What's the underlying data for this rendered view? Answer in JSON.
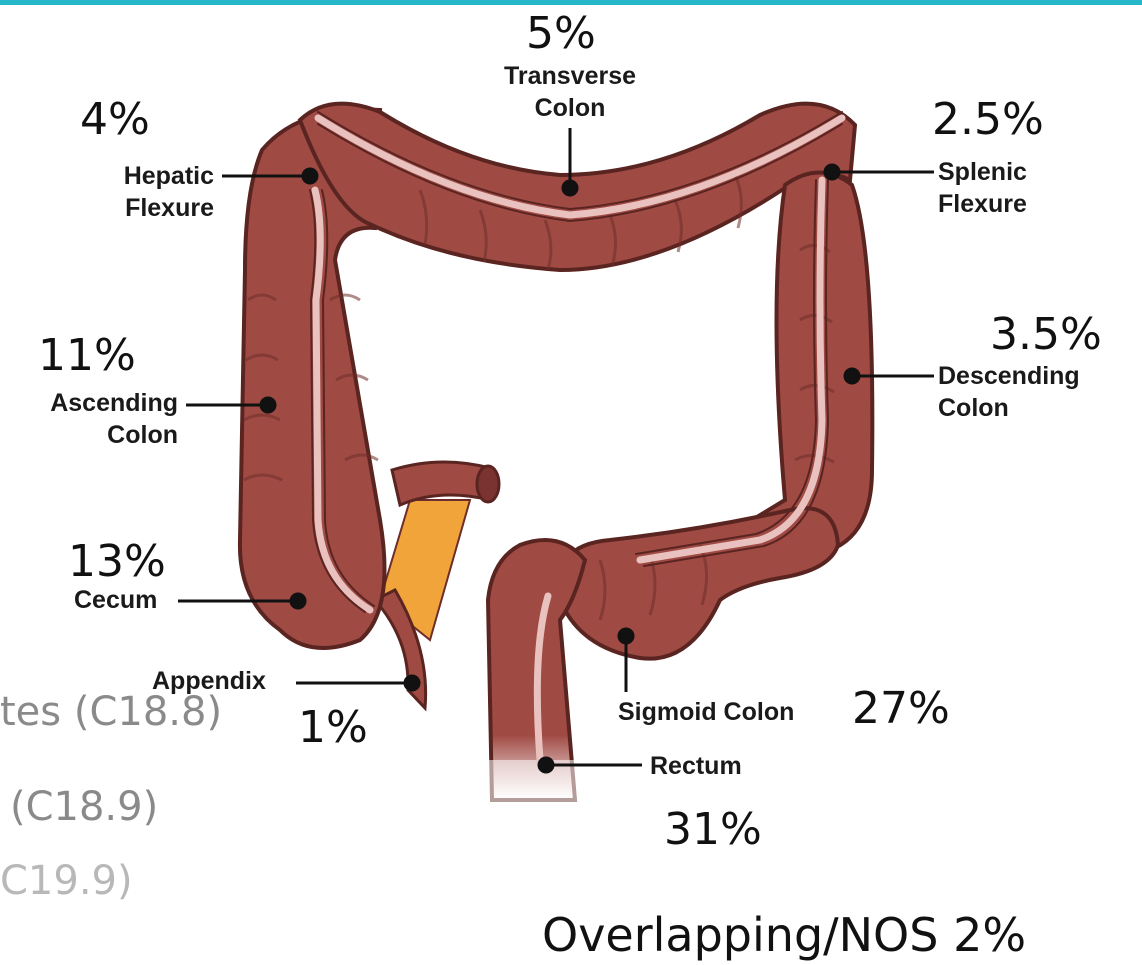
{
  "colors": {
    "accent_bar": "#25b6c9",
    "colon": "#a04a44",
    "colon_dark": "#6e2d2a",
    "colon_band": "#e9c2bf",
    "fat": "#f0a43a"
  },
  "background_text": {
    "line1": "tes (C18.8)",
    "line2": "(C18.9)",
    "line3": "C19.9)"
  },
  "labels": {
    "transverse": [
      "Transverse",
      "Colon"
    ],
    "hepatic": [
      "Hepatic",
      "Flexure"
    ],
    "splenic": [
      "Splenic",
      "Flexure"
    ],
    "ascending": [
      "Ascending",
      "Colon"
    ],
    "descending": [
      "Descending",
      "Colon"
    ],
    "cecum": "Cecum",
    "appendix": "Appendix",
    "sigmoid": "Sigmoid Colon",
    "rectum": "Rectum"
  },
  "percentages": {
    "transverse": "5%",
    "hepatic": "4%",
    "splenic": "2.5%",
    "ascending": "11%",
    "descending": "3.5%",
    "cecum": "13%",
    "appendix": "1%",
    "sigmoid": "27%",
    "rectum": "31%"
  },
  "overlap_text": "Overlapping/NOS 2%"
}
